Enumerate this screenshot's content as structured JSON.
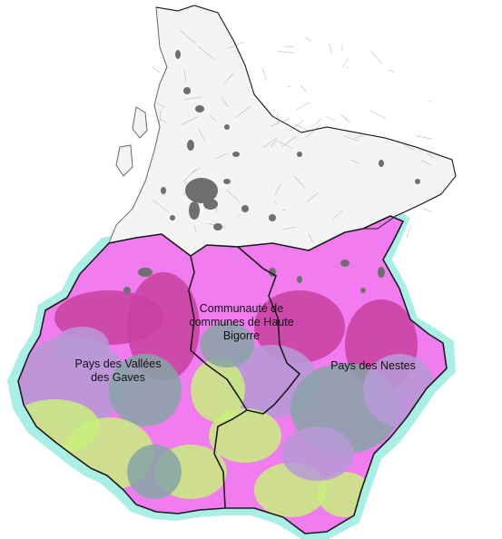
{
  "labels": {
    "vallees": "Pays des Vallées\ndes Gaves",
    "haute_bigorre": "Communauté de\ncommunes de Haute\nBigorre",
    "nestes": "Pays des Nestes"
  },
  "colors": {
    "background": "#ffffff",
    "lowland": "#f4f4f4",
    "commune_border": "#b9b9b9",
    "urban": "#6f6f6f",
    "mountain_pink": "#f07cf0",
    "mountain_magenta": "#c8419f",
    "mountain_lavender": "#b69ad6",
    "mountain_slate": "#86a5a6",
    "valley_green": "#c9f07c",
    "halo_cyan": "#a9efe6",
    "outline": "#1a1a1a"
  }
}
